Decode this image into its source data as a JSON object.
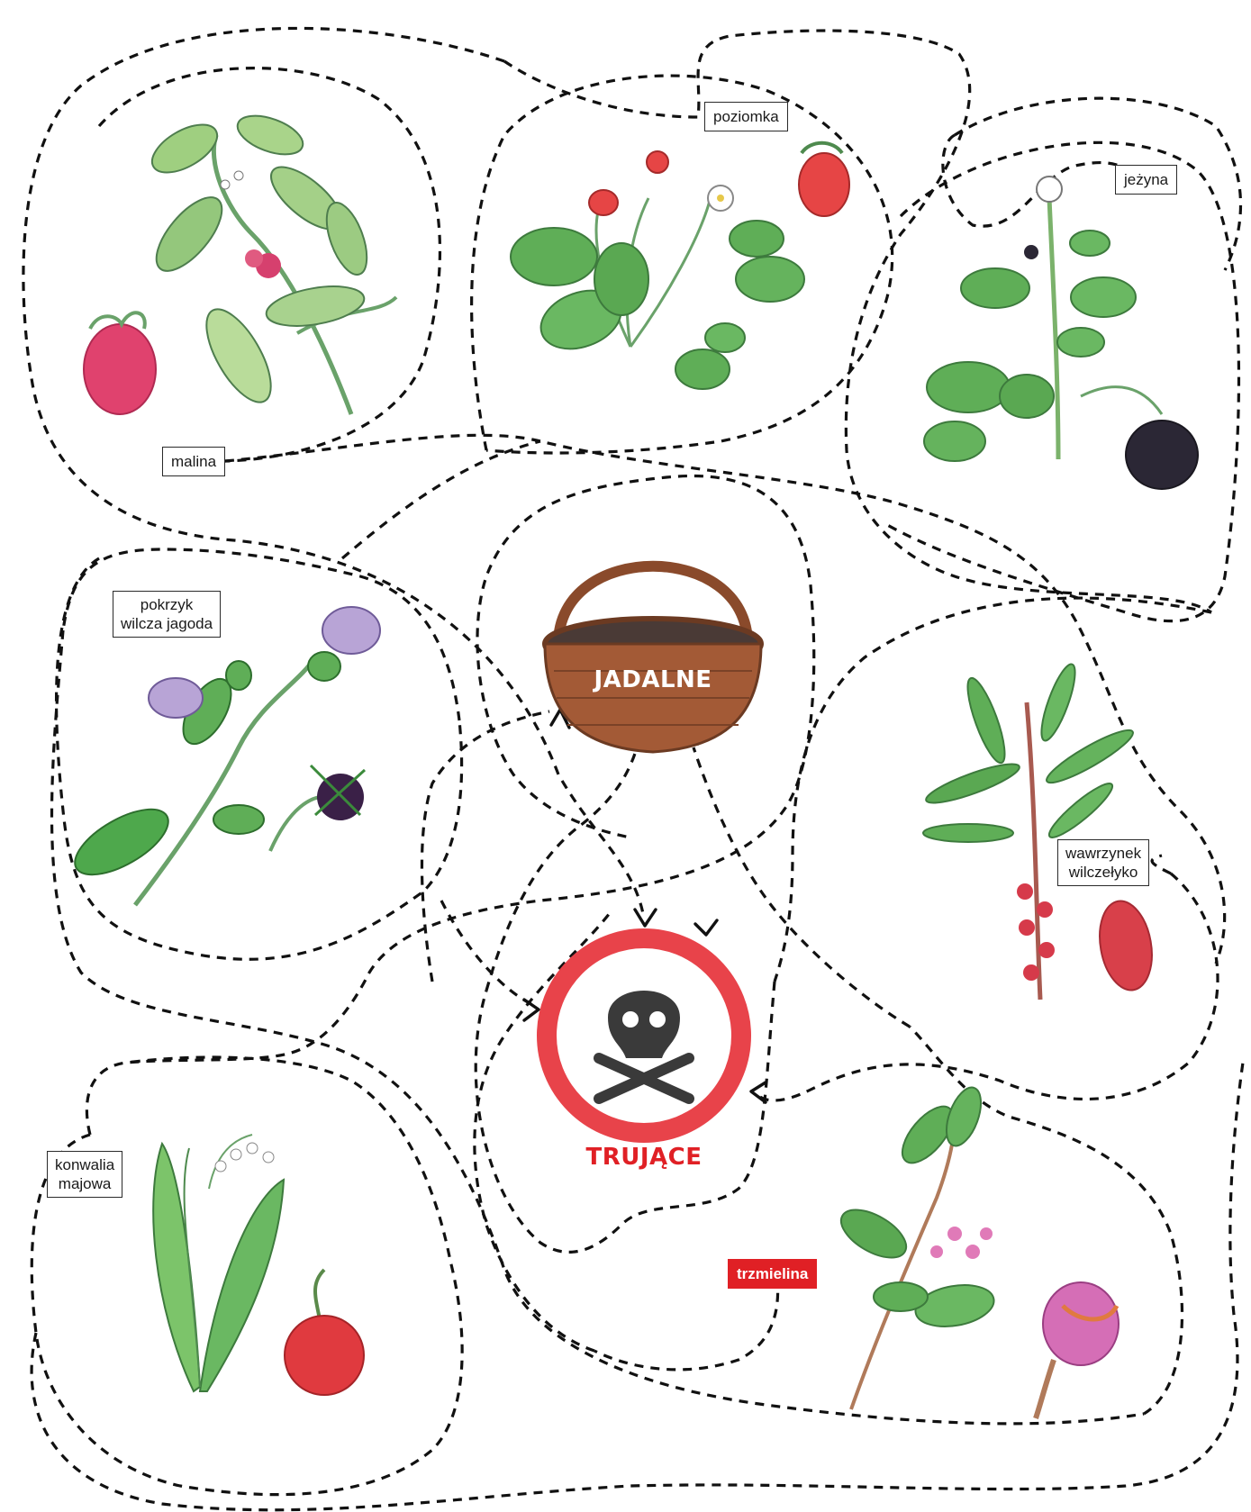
{
  "categories": {
    "edible": {
      "label": "JADALNE",
      "icon": "basket-icon",
      "color": "#ffffff"
    },
    "poisonous": {
      "label": "TRUJĄCE",
      "icon": "skull-crossbones-icon",
      "color": "#e02025"
    }
  },
  "plants": [
    {
      "id": "malina",
      "lines": [
        "malina"
      ],
      "category": "edible",
      "highlight": false,
      "icon": "raspberry-icon"
    },
    {
      "id": "poziomka",
      "lines": [
        "poziomka"
      ],
      "category": "edible",
      "highlight": false,
      "icon": "wild-strawberry-icon"
    },
    {
      "id": "jezyna",
      "lines": [
        "jeżyna"
      ],
      "category": "edible",
      "highlight": false,
      "icon": "blackberry-icon"
    },
    {
      "id": "pokrzyk",
      "lines": [
        "pokrzyk",
        "wilcza jagoda"
      ],
      "category": "poisonous",
      "highlight": false,
      "icon": "belladonna-icon"
    },
    {
      "id": "wawrzynek",
      "lines": [
        "wawrzynek",
        "wilczełyko"
      ],
      "category": "poisonous",
      "highlight": false,
      "icon": "daphne-icon"
    },
    {
      "id": "konwalia",
      "lines": [
        "konwalia",
        "majowa"
      ],
      "category": "poisonous",
      "highlight": false,
      "icon": "lily-of-the-valley-icon"
    },
    {
      "id": "trzmielina",
      "lines": [
        "trzmielina"
      ],
      "category": "poisonous",
      "highlight": true,
      "icon": "spindle-tree-icon"
    }
  ],
  "colors": {
    "poison_red": "#e02025",
    "leaf_green": "#5fae57",
    "berry_red": "#d63a5a",
    "berry_black": "#2b2735",
    "basket_brown": "#8a4a2b",
    "path": "#111111"
  }
}
